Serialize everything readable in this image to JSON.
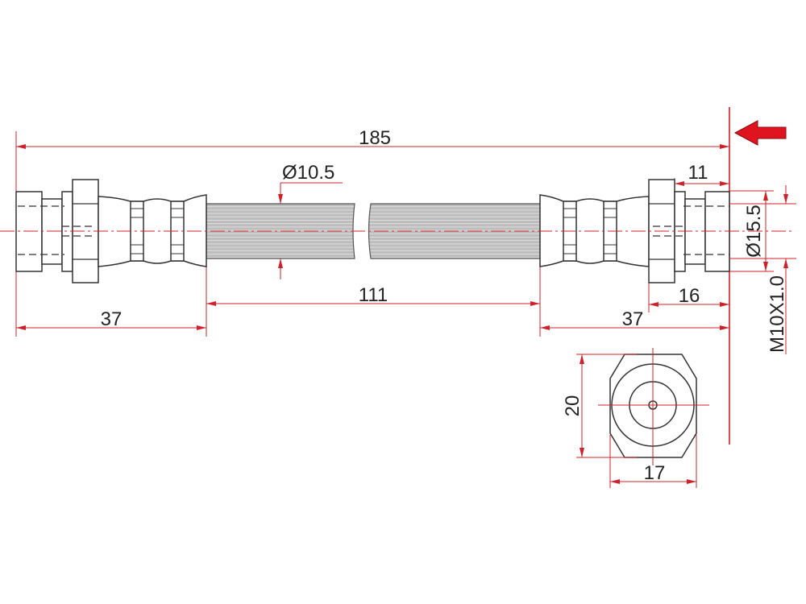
{
  "drawing": {
    "title": "Brake hose dimensional drawing",
    "colors": {
      "dimension": "#d0202a",
      "outline": "#333333",
      "hose": "#bdbdbd"
    },
    "dimensions": {
      "overall_length": "185",
      "hose_diameter": "Ø10.5",
      "hose_length": "111",
      "left_fitting_length": "37",
      "right_fitting_length": "37",
      "thread_length": "11",
      "nut_section_length": "16",
      "fitting_diameter": "Ø15.5",
      "thread": "M10X1.0",
      "hex_across_corners": "20",
      "hex_across_flats": "17"
    },
    "direction_arrow_icon": "arrow-left-icon"
  }
}
